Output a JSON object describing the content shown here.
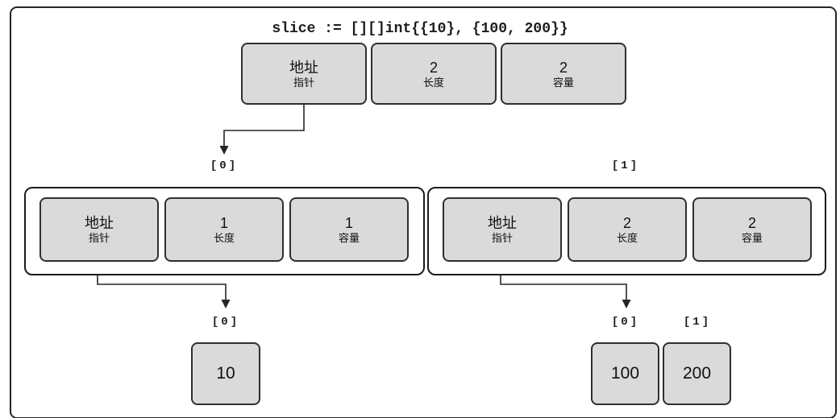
{
  "title": "slice := [][]int{{10}, {100, 200}}",
  "colors": {
    "cell_fill": "#dadada",
    "cell_border": "#2f2f2f",
    "container_border": "#1c1c1c",
    "frame_border": "#262626",
    "arrow": "#262626"
  },
  "slice_header": {
    "cells": [
      {
        "value": "地址",
        "caption": "指针"
      },
      {
        "value": "2",
        "caption": "长度"
      },
      {
        "value": "2",
        "caption": "容量"
      }
    ]
  },
  "inner_slices": [
    {
      "index_label": "[0]",
      "cells": [
        {
          "value": "地址",
          "caption": "指针"
        },
        {
          "value": "1",
          "caption": "长度"
        },
        {
          "value": "1",
          "caption": "容量"
        }
      ]
    },
    {
      "index_label": "[1]",
      "cells": [
        {
          "value": "地址",
          "caption": "指针"
        },
        {
          "value": "2",
          "caption": "长度"
        },
        {
          "value": "2",
          "caption": "容量"
        }
      ]
    }
  ],
  "backing_arrays": [
    {
      "elements": [
        {
          "index_label": "[0]",
          "value": "10"
        }
      ]
    },
    {
      "elements": [
        {
          "index_label": "[0]",
          "value": "100"
        },
        {
          "index_label": "[1]",
          "value": "200"
        }
      ]
    }
  ]
}
